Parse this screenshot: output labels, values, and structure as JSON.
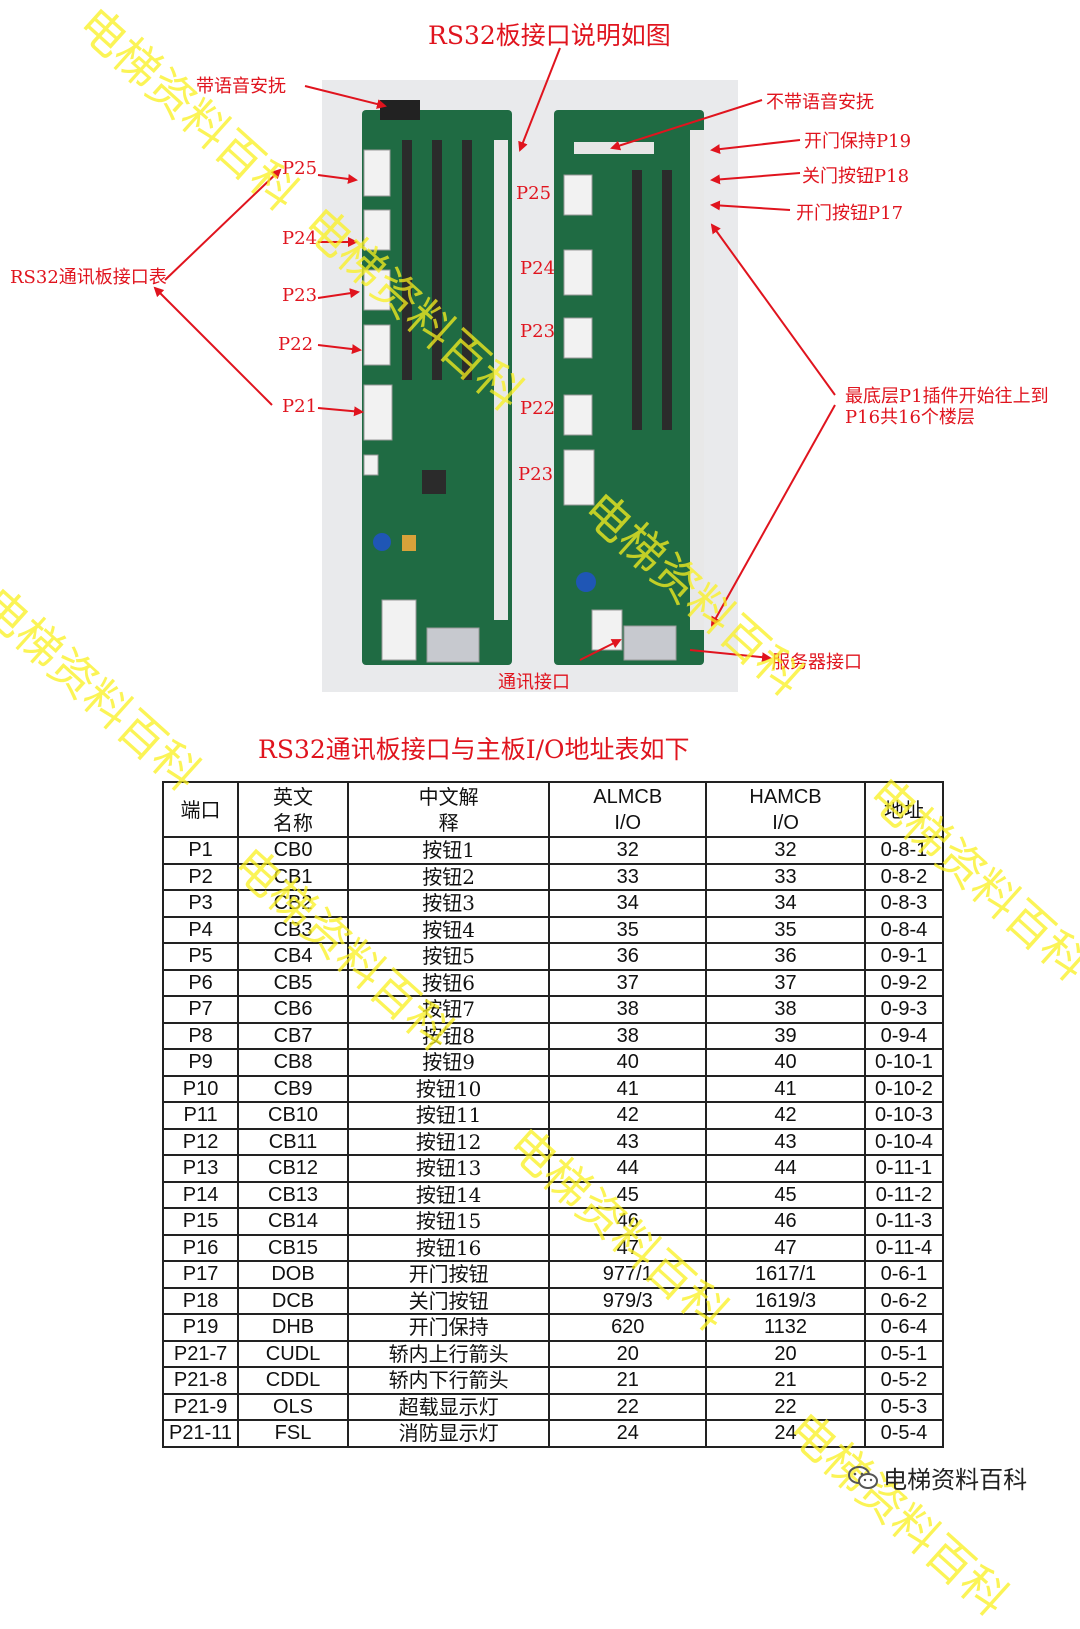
{
  "figure": {
    "title": "RS32板接口说明如图",
    "left_board": {
      "top_label": "带语音安抚",
      "ports": [
        "P25",
        "P24",
        "P23",
        "P22",
        "P21"
      ],
      "group_label": "RS32通讯板接口表",
      "bottom_label": "通讯接口"
    },
    "right_board": {
      "top_label": "不带语音安抚",
      "ports": [
        "P25",
        "P24",
        "P23",
        "P22",
        "P23"
      ],
      "p19_label": "开门保持P19",
      "p18_label": "关门按钮P18",
      "p17_label": "开门按钮P17",
      "floor_note": "最底层P1插件开始往上到P16共16个楼层",
      "server_label": "服务器接口"
    }
  },
  "table": {
    "title": "RS32通讯板接口与主板I/O地址表如下",
    "headers": [
      "端口",
      "英文名称",
      "中文解释",
      "ALMCB I/O",
      "HAMCB I/O",
      "地址"
    ],
    "rows": [
      [
        "P1",
        "CB0",
        "按钮1",
        "32",
        "32",
        "0-8-1"
      ],
      [
        "P2",
        "CB1",
        "按钮2",
        "33",
        "33",
        "0-8-2"
      ],
      [
        "P3",
        "CB2",
        "按钮3",
        "34",
        "34",
        "0-8-3"
      ],
      [
        "P4",
        "CB3",
        "按钮4",
        "35",
        "35",
        "0-8-4"
      ],
      [
        "P5",
        "CB4",
        "按钮5",
        "36",
        "36",
        "0-9-1"
      ],
      [
        "P6",
        "CB5",
        "按钮6",
        "37",
        "37",
        "0-9-2"
      ],
      [
        "P7",
        "CB6",
        "按钮7",
        "38",
        "38",
        "0-9-3"
      ],
      [
        "P8",
        "CB7",
        "按钮8",
        "38",
        "39",
        "0-9-4"
      ],
      [
        "P9",
        "CB8",
        "按钮9",
        "40",
        "40",
        "0-10-1"
      ],
      [
        "P10",
        "CB9",
        "按钮10",
        "41",
        "41",
        "0-10-2"
      ],
      [
        "P11",
        "CB10",
        "按钮11",
        "42",
        "42",
        "0-10-3"
      ],
      [
        "P12",
        "CB11",
        "按钮12",
        "43",
        "43",
        "0-10-4"
      ],
      [
        "P13",
        "CB12",
        "按钮13",
        "44",
        "44",
        "0-11-1"
      ],
      [
        "P14",
        "CB13",
        "按钮14",
        "45",
        "45",
        "0-11-2"
      ],
      [
        "P15",
        "CB14",
        "按钮15",
        "46",
        "46",
        "0-11-3"
      ],
      [
        "P16",
        "CB15",
        "按钮16",
        "47",
        "47",
        "0-11-4"
      ],
      [
        "P17",
        "DOB",
        "开门按钮",
        "977/1",
        "1617/1",
        "0-6-1"
      ],
      [
        "P18",
        "DCB",
        "关门按钮",
        "979/3",
        "1619/3",
        "0-6-2"
      ],
      [
        "P19",
        "DHB",
        "开门保持",
        "620",
        "1132",
        "0-6-4"
      ],
      [
        "P21-7",
        "CUDL",
        "轿内上行箭头",
        "20",
        "20",
        "0-5-1"
      ],
      [
        "P21-8",
        "CDDL",
        "轿内下行箭头",
        "21",
        "21",
        "0-5-2"
      ],
      [
        "P21-9",
        "OLS",
        "超载显示灯",
        "22",
        "22",
        "0-5-3"
      ],
      [
        "P21-11",
        "FSL",
        "消防显示灯",
        "24",
        "24",
        "0-5-4"
      ]
    ]
  },
  "watermark": {
    "text": "电梯资料百科",
    "brand": "电梯资料百科",
    "icon": "wechat-icon"
  },
  "colors": {
    "annotation": "#e0141e",
    "board": "#1f6b43",
    "watermark": "#f7ee2a"
  }
}
